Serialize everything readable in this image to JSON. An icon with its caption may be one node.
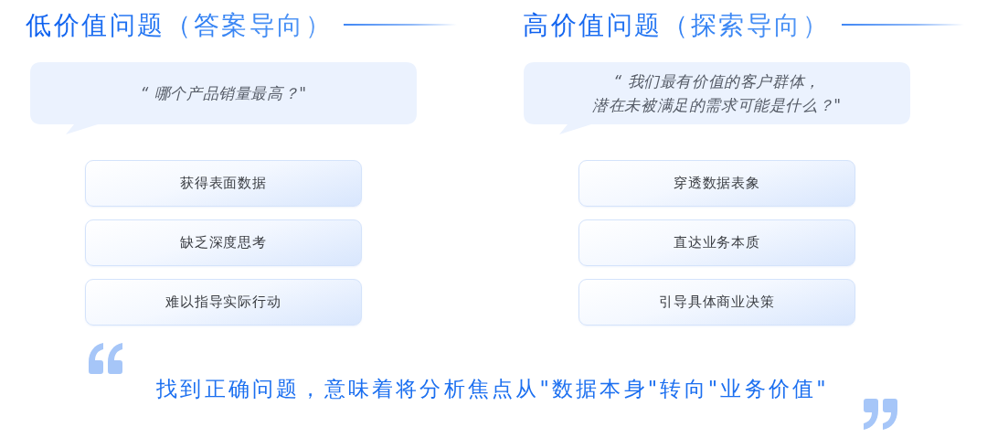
{
  "diagram": {
    "nodes": [
      {
        "text": [
          "“ 哪个产品销量最高？\""
        ]
      },
      {
        "text": [
          "获得表面数据"
        ]
      },
      {
        "text": [
          "缺乏深度思考"
        ]
      },
      {
        "text": [
          "难以指导实际行动"
        ]
      },
      {
        "text": [
          "“ 我们最有价值的客户群体，潜在未被满足的需求可能是什么？\""
        ]
      },
      {
        "text": [
          "穿透数据表象"
        ]
      },
      {
        "text": [
          "直达业务本质"
        ]
      },
      {
        "text": [
          "引导具体商业决策"
        ]
      }
    ],
    "labels": [
      "低价值问题（答案导向）",
      "高价值问题（探索导向）",
      "找到正确问题，意味着将分析焦点从\"数据本身\"转向\"业务价值\""
    ]
  }
}
